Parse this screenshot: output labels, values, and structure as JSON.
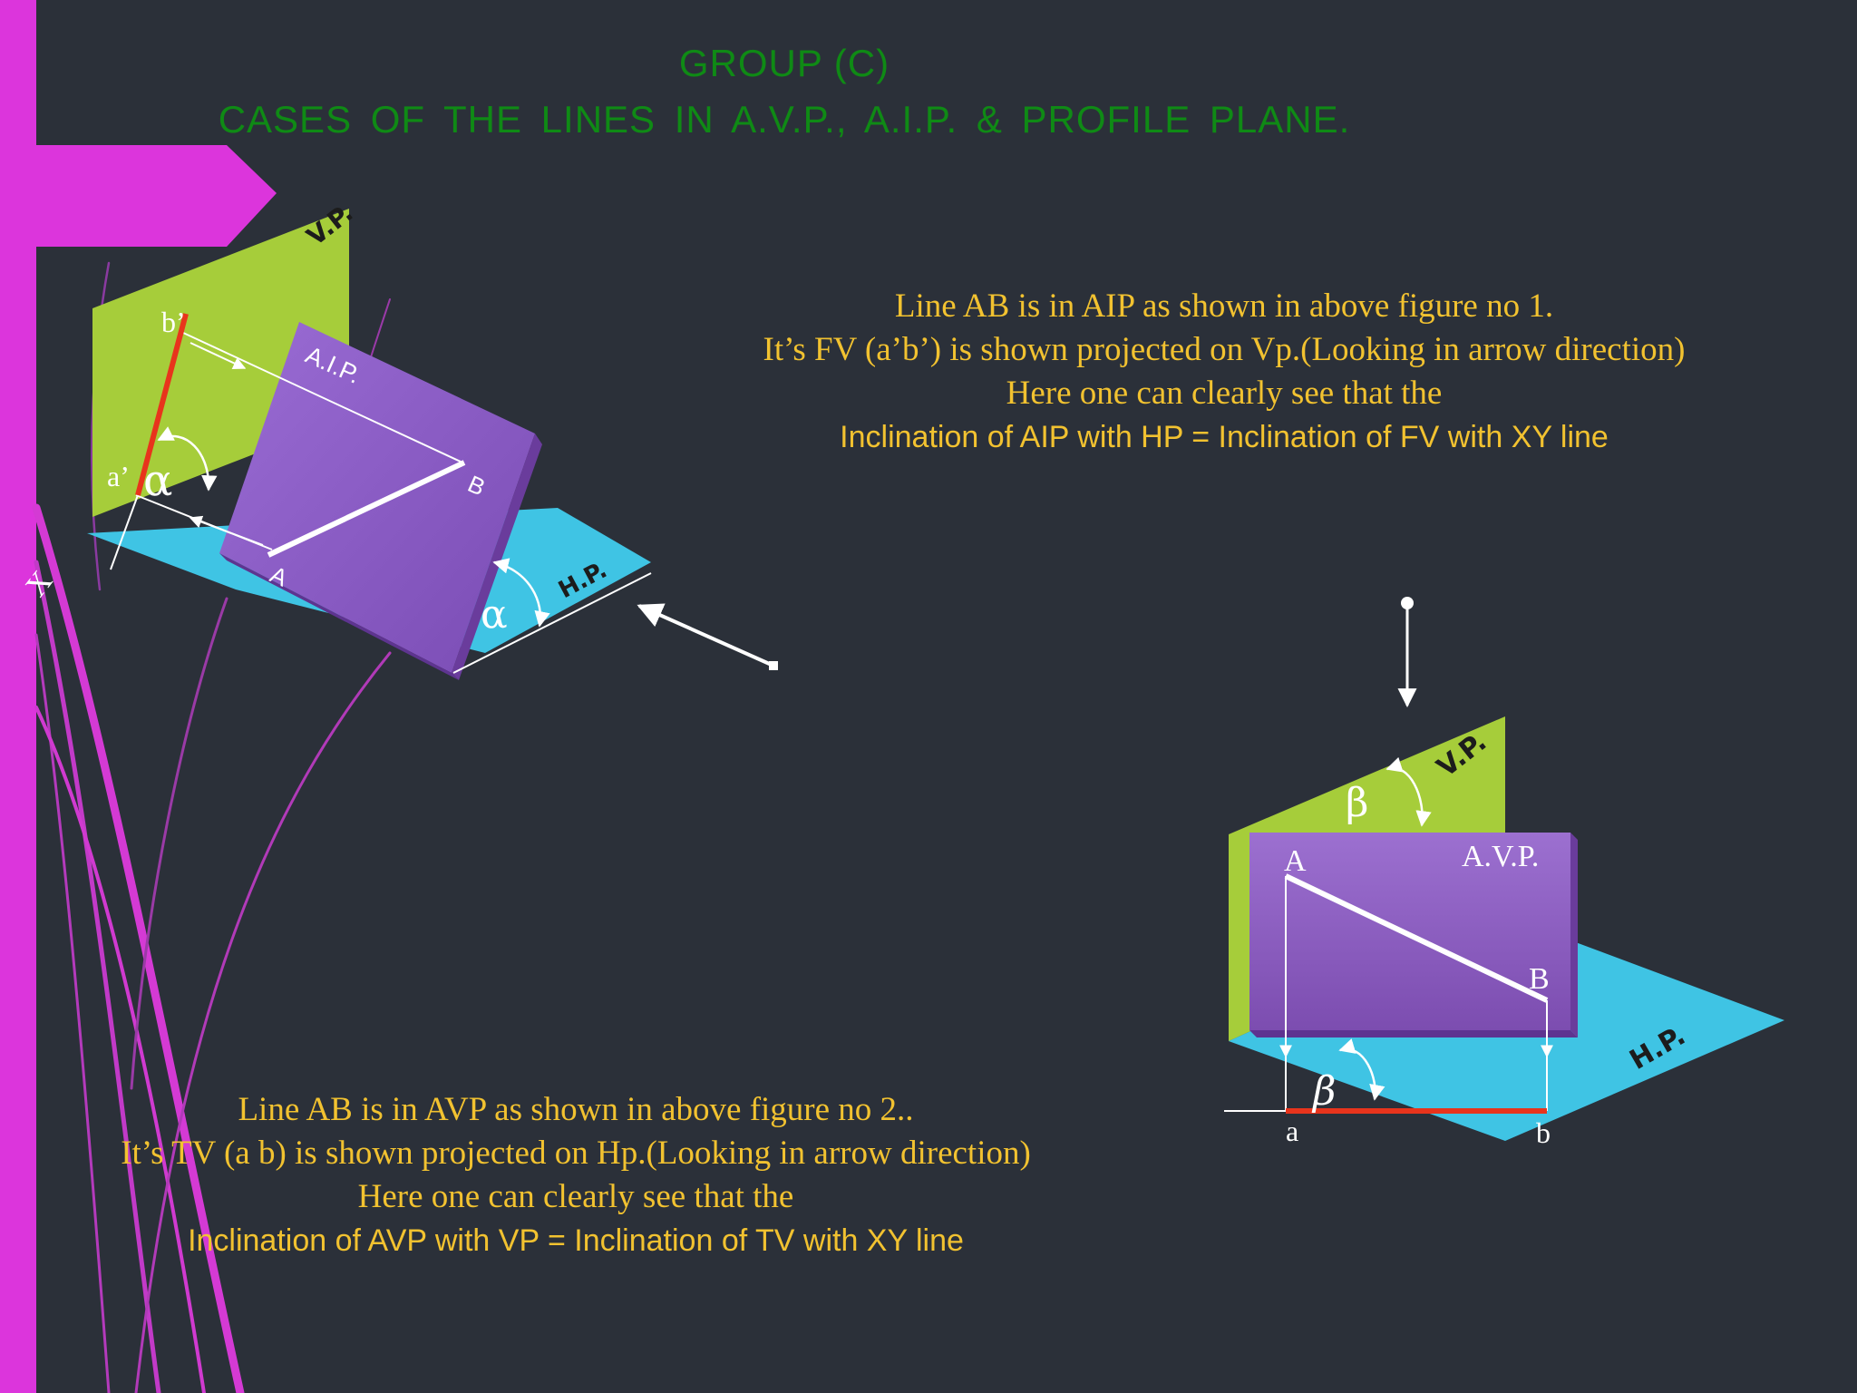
{
  "title": {
    "line1": "GROUP (C)",
    "line2": "CASES  OF  THE  LINES  IN  A.V.P., A.I.P. &  PROFILE  PLANE."
  },
  "figure1": {
    "vp_label": "V.P.",
    "aip_label": "A.I.P.",
    "hp_label": "H.P.",
    "point_b_prime": "b’",
    "point_a_prime": "a’",
    "point_A": "A",
    "point_B": "B",
    "alpha": "α",
    "x_label": "X"
  },
  "figure2": {
    "vp_label": "V.P.",
    "avp_label": "A.V.P.",
    "hp_label": "H.P.",
    "point_A": "A",
    "point_B": "B",
    "point_a": "a",
    "point_b": "b",
    "beta": "β"
  },
  "text1": {
    "line1": "Line AB is in AIP as shown in above figure no 1.",
    "line2": "It’s FV (a’b’) is shown projected on Vp.(Looking in arrow direction)",
    "line3": "Here one can clearly see that the",
    "line4": "Inclination of AIP with HP = Inclination of FV with XY line"
  },
  "text2": {
    "line1": "Line AB is in AVP as shown in above figure no 2..",
    "line2": "It’s TV (a b) is shown projected on Hp.(Looking in arrow direction)",
    "line3": "Here one can clearly see that the",
    "line4": "Inclination of AVP with VP = Inclination of TV with XY line"
  },
  "colors": {
    "background": "#2b3039",
    "magenta": "#dc35dc",
    "title_green": "#0f8a15",
    "text_yellow": "#f2c230",
    "vp_green": "#a6cd3a",
    "plane_purple": "#8a5cc4",
    "hp_cyan": "#3fc4e4",
    "projection_red": "#e8341c"
  }
}
